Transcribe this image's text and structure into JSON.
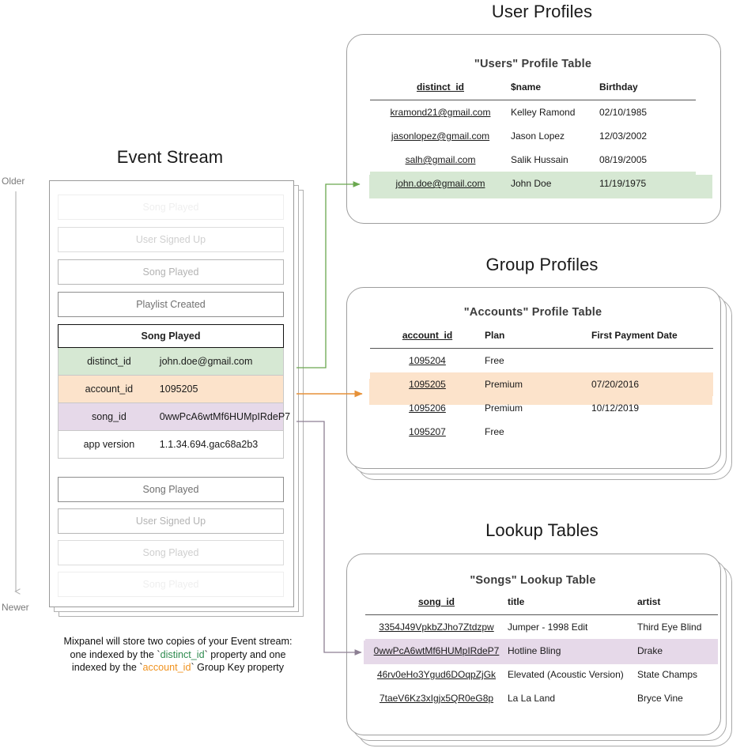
{
  "sections": {
    "event_stream_title": "Event Stream",
    "user_profiles_title": "User Profiles",
    "group_profiles_title": "Group Profiles",
    "lookup_tables_title": "Lookup Tables"
  },
  "time_axis": {
    "older": "Older",
    "newer": "Newer"
  },
  "event_stream": {
    "events_before": [
      {
        "label": "Song Played",
        "fade": "f05"
      },
      {
        "label": "User Signed Up",
        "fade": "f20"
      },
      {
        "label": "Song Played",
        "fade": "f45"
      },
      {
        "label": "Playlist Created",
        "fade": "f70"
      }
    ],
    "focus_event": {
      "name": "Song Played",
      "properties": [
        {
          "key": "distinct_id",
          "value": "john.doe@gmail.com",
          "highlight": "green"
        },
        {
          "key": "account_id",
          "value": "1095205",
          "highlight": "orange"
        },
        {
          "key": "song_id",
          "value": "0wwPcA6wtMf6HUMpIRdeP7",
          "highlight": "purple"
        },
        {
          "key": "app version",
          "value": "1.1.34.694.gac68a2b3",
          "highlight": "plain"
        }
      ]
    },
    "events_after": [
      {
        "label": "Song Played",
        "fade": "f70"
      },
      {
        "label": "User Signed Up",
        "fade": "f45"
      },
      {
        "label": "Song Played",
        "fade": "f20"
      },
      {
        "label": "Song Played",
        "fade": "f05"
      }
    ]
  },
  "caption": {
    "line1": "Mixpanel will store two copies of your Event stream:",
    "line2_a": "one indexed by the `",
    "line2_key": "distinct_id",
    "line2_b": "` property and one",
    "line3_a": "indexed by the `",
    "line3_key": "account_id",
    "line3_b": "` Group Key property"
  },
  "users_table": {
    "title": "\"Users\" Profile Table",
    "columns": [
      "distinct_id",
      "$name",
      "Birthday"
    ],
    "rows": [
      {
        "id": "kramond21@gmail.com",
        "name": "Kelley Ramond",
        "birthday": "02/10/1985",
        "highlight": false
      },
      {
        "id": "jasonlopez@gmail.com",
        "name": "Jason Lopez",
        "birthday": "12/03/2002",
        "highlight": false
      },
      {
        "id": "salh@gmail.com",
        "name": "Salik Hussain",
        "birthday": "08/19/2005",
        "highlight": false
      },
      {
        "id": "john.doe@gmail.com",
        "name": "John Doe",
        "birthday": "11/19/1975",
        "highlight": true
      }
    ]
  },
  "accounts_table": {
    "title": "\"Accounts\" Profile Table",
    "columns": [
      "account_id",
      "Plan",
      "First Payment Date"
    ],
    "rows": [
      {
        "id": "1095204",
        "plan": "Free",
        "first_payment": "",
        "highlight": false
      },
      {
        "id": "1095205",
        "plan": "Premium",
        "first_payment": "07/20/2016",
        "highlight": true
      },
      {
        "id": "1095206",
        "plan": "Premium",
        "first_payment": "10/12/2019",
        "highlight": false
      },
      {
        "id": "1095207",
        "plan": "Free",
        "first_payment": "",
        "highlight": false
      }
    ]
  },
  "songs_table": {
    "title": "\"Songs\" Lookup Table",
    "columns": [
      "song_id",
      "title",
      "artist"
    ],
    "rows": [
      {
        "id": "3354J49VpkbZJho7Ztdzpw",
        "title": "Jumper - 1998 Edit",
        "artist": "Third Eye Blind",
        "highlight": false
      },
      {
        "id": "0wwPcA6wtMf6HUMpIRdeP7",
        "title": "Hotline Bling",
        "artist": "Drake",
        "highlight": true
      },
      {
        "id": "46rv0eHo3Ygud6DOqpZjGk",
        "title": "Elevated (Acoustic Version)",
        "artist": "State Champs",
        "highlight": false
      },
      {
        "id": "7taeV6Kz3xIgjx5QR0eG8p",
        "title": "La La Land",
        "artist": "Bryce Vine",
        "highlight": false
      }
    ]
  },
  "colors": {
    "green": "#d6e8d3",
    "orange": "#fce3cb",
    "purple": "#e6d9e9",
    "green_arrow": "#6aa84f",
    "orange_arrow": "#e69138",
    "purple_arrow": "#8d7f93"
  }
}
